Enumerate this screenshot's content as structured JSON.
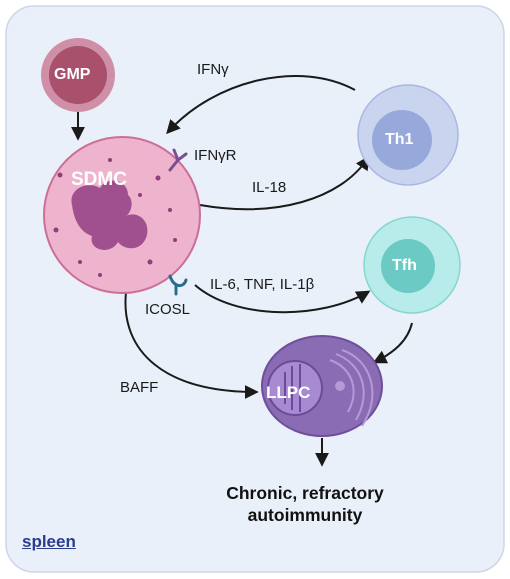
{
  "cells": {
    "gmp": "GMP",
    "sdmc": "SDMC",
    "th1": "Th1",
    "tfh": "Tfh",
    "llpc": "LLPC"
  },
  "arrows": {
    "ifng": "IFNγ",
    "ifngr": "IFNγR",
    "il18": "IL-18",
    "cytokines": "IL-6, TNF, IL-1β",
    "icosl": "ICOSL",
    "baff": "BAFF"
  },
  "outcome": {
    "line1": "Chronic, refractory",
    "line2": "autoimmunity"
  },
  "location": "spleen",
  "colors": {
    "background": "#eaf0fa",
    "gmp": "#a8506c",
    "sdmc": "#e9a6c4",
    "th1": "#a9b7e2",
    "tfh": "#86d6d0",
    "llpc": "#8a6cb4"
  }
}
